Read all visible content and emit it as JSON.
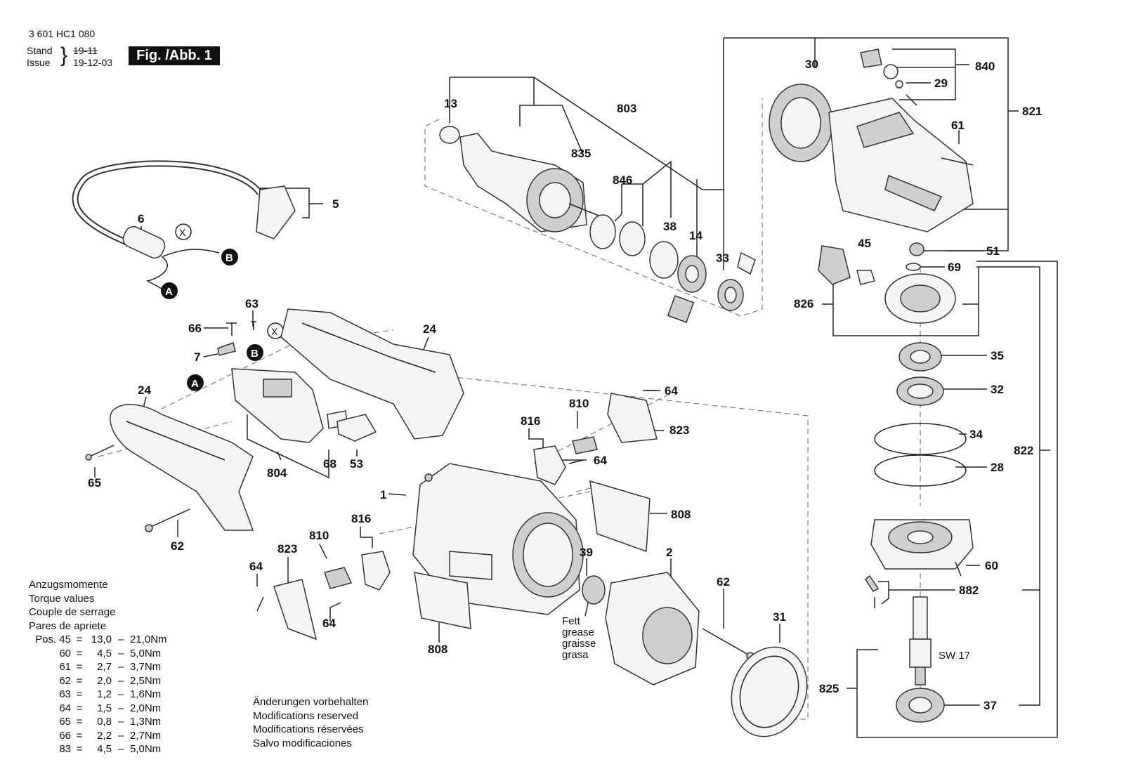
{
  "header": {
    "part_number": "3 601 HC1 080",
    "stand_label": "Stand",
    "issue_label": "Issue",
    "stand_value": "19-11",
    "issue_value": "19-12-03",
    "figure": "Fig. /Abb. 1"
  },
  "torque": {
    "titles": [
      "Anzugsmomente",
      "Torque values",
      "Couple de serrage",
      "Pares de apriete"
    ],
    "rows": [
      {
        "pos": "Pos. 45",
        "eq": "=",
        "min": "13,0",
        "dash": "–",
        "max": "21,0Nm"
      },
      {
        "pos": "60",
        "eq": "=",
        "min": "4,5",
        "dash": "–",
        "max": "5,0Nm"
      },
      {
        "pos": "61",
        "eq": "=",
        "min": "2,7",
        "dash": "–",
        "max": "3,7Nm"
      },
      {
        "pos": "62",
        "eq": "=",
        "min": "2,0",
        "dash": "–",
        "max": "2,5Nm"
      },
      {
        "pos": "63",
        "eq": "=",
        "min": "1,2",
        "dash": "–",
        "max": "1,6Nm"
      },
      {
        "pos": "64",
        "eq": "=",
        "min": "1,5",
        "dash": "–",
        "max": "2,0Nm"
      },
      {
        "pos": "65",
        "eq": "=",
        "min": "0,8",
        "dash": "–",
        "max": "1,3Nm"
      },
      {
        "pos": "66",
        "eq": "=",
        "min": "2,2",
        "dash": "–",
        "max": "2,7Nm"
      },
      {
        "pos": "83",
        "eq": "=",
        "min": "4,5",
        "dash": "–",
        "max": "5,0Nm"
      }
    ]
  },
  "modifications": [
    "Änderungen vorbehalten",
    "Modifications reserved",
    "Modifications réservées",
    "Salvo modificaciones"
  ],
  "grease_note": [
    "Fett",
    "grease",
    "graisse",
    "grasa"
  ],
  "wrench_size": "SW 17",
  "callouts": {
    "l13": "13",
    "l803": "803",
    "l835": "835",
    "l846": "846",
    "l38": "38",
    "l14": "14",
    "l33": "33",
    "l30": "30",
    "l840": "840",
    "l29": "29",
    "l821": "821",
    "l61": "61",
    "l45": "45",
    "l51": "51",
    "l69": "69",
    "l826": "826",
    "l35": "35",
    "l32": "32",
    "l34": "34",
    "l28": "28",
    "l822": "822",
    "l60": "60",
    "l882": "882",
    "l825": "825",
    "l37": "37",
    "l5": "5",
    "l6": "6",
    "l63": "63",
    "l66": "66",
    "l7": "7",
    "l24a": "24",
    "l24b": "24",
    "l65": "65",
    "l62a": "62",
    "l804": "804",
    "l68": "68",
    "l53": "53",
    "l816a": "816",
    "l810a": "810",
    "l64a": "64",
    "l823a": "823",
    "l64b": "64",
    "l1": "1",
    "l808a": "808",
    "l816b": "816",
    "l810b": "810",
    "l823b": "823",
    "l64c": "64",
    "l64d": "64",
    "l808b": "808",
    "l39": "39",
    "l2": "2",
    "l62b": "62",
    "l31": "31"
  },
  "markers": {
    "A": "A",
    "B": "B",
    "X": "X"
  }
}
